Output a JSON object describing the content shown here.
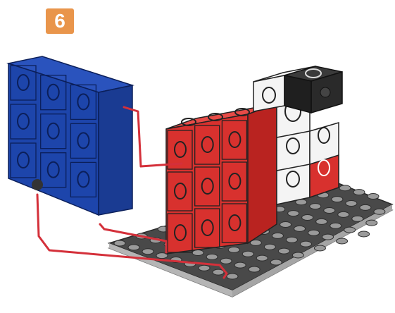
{
  "step": {
    "number": "6"
  },
  "colors": {
    "badge": "#e9954b",
    "blue": "#1b3f9e",
    "blue_dark": "#0f2a75",
    "red": "#d8312e",
    "red_dark": "#b41f1d",
    "white_cube": "#f7f7f7",
    "black_cube": "#2a2a2a",
    "base_plate": "#444444",
    "base_edge": "#b8b8b8",
    "connector_line": "#d4303a"
  },
  "illustration": {
    "name": "cube-assembly-diagram",
    "parts": [
      "blue-cube-panel",
      "red-cube-block",
      "white-cubes",
      "black-cube",
      "base-plate",
      "connector-lines"
    ]
  }
}
